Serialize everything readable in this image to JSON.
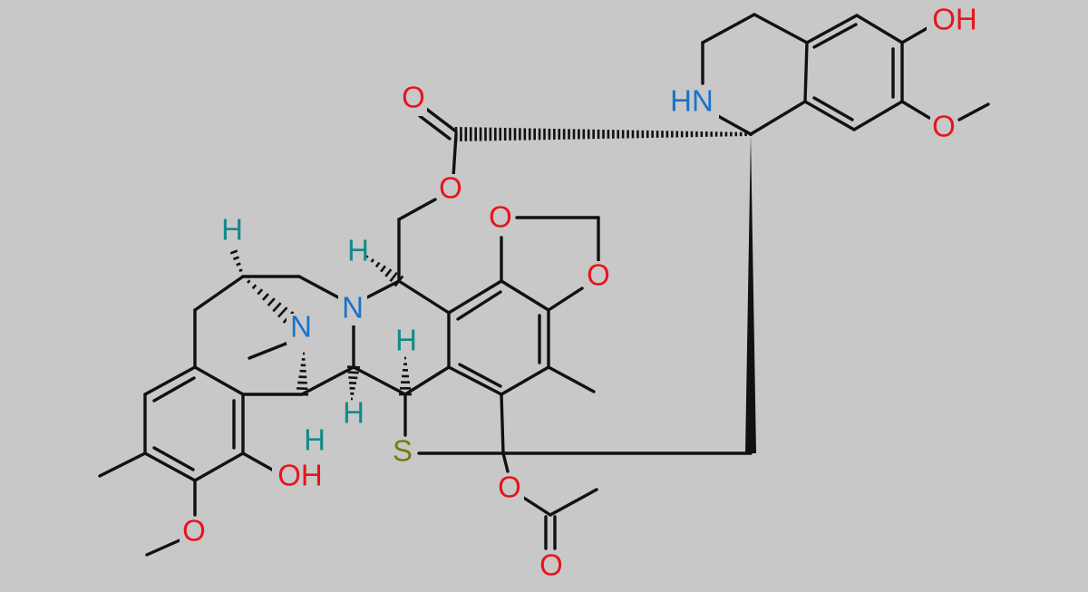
{
  "colors": {
    "background": "#c8c8c8",
    "bond": "#111111",
    "oxygen": "#e8141b",
    "nitrogen": "#1a73c8",
    "hydrogen": "#138a8a",
    "sulfur": "#7a7a10"
  },
  "atoms": {
    "oh_top": "OH",
    "o_methoxy_right": "O",
    "hn": "HN",
    "o_carbonyl": "O",
    "o_ester": "O",
    "o_dioxole_1": "O",
    "o_dioxole_2": "O",
    "h_left_top": "H",
    "h_mid": "H",
    "n_ring": "N",
    "n_methyl": "N",
    "h_center": "H",
    "h_lower_1": "H",
    "h_lower_2": "H",
    "s": "S",
    "oh_bottom": "OH",
    "o_methoxy_left": "O",
    "o_acetate": "O",
    "o_acetyl": "O"
  }
}
